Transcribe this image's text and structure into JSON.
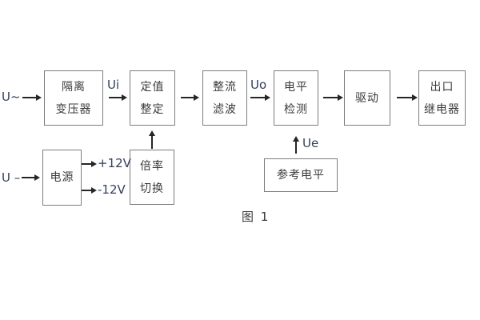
{
  "figure": {
    "caption": "图 1"
  },
  "colors": {
    "background": "#ffffff",
    "box_border": "#7d7d7d",
    "box_text": "#3a3a3a",
    "signal_text": "#333f5e",
    "arrow": "#262626"
  },
  "diagram": {
    "inputs": {
      "ac": "U~",
      "dc": "U –"
    },
    "signals": {
      "ui": "Ui",
      "uo": "Uo",
      "ue": "Ue",
      "pos_rail": "+12V",
      "neg_rail": "-12V"
    },
    "nodes": {
      "isolation_transformer": {
        "line1": "隔离",
        "line2": "变压器"
      },
      "setpoint_adjust": {
        "line1": "定值",
        "line2": "整定"
      },
      "rectifier_filter": {
        "line1": "整流",
        "line2": "滤波"
      },
      "level_detect": {
        "line1": "电平",
        "line2": "检测"
      },
      "drive": {
        "line1": "驱动"
      },
      "output_relay": {
        "line1": "出口",
        "line2": "继电器"
      },
      "power_supply": {
        "line1": "电源"
      },
      "ratio_switch": {
        "line1": "倍率",
        "line2": "切换"
      },
      "reference_level": {
        "line1": "参考电平"
      }
    }
  }
}
